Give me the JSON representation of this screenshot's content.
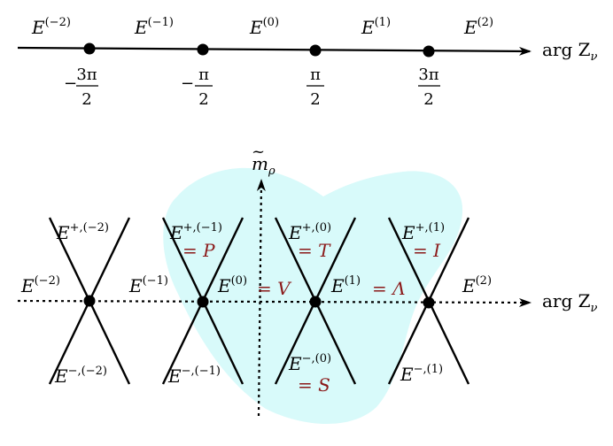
{
  "top": {
    "axis_label": "arg Z",
    "axis_sub": "ν",
    "regions": [
      {
        "base": "E",
        "sup": "(−2)"
      },
      {
        "base": "E",
        "sup": "(−1)"
      },
      {
        "base": "E",
        "sup": "(0)"
      },
      {
        "base": "E",
        "sup": "(1)"
      },
      {
        "base": "E",
        "sup": "(2)"
      }
    ],
    "points": [
      {
        "sign": "−",
        "num": "3π",
        "den": "2"
      },
      {
        "sign": "−",
        "num": "π",
        "den": "2"
      },
      {
        "sign": "",
        "num": "π",
        "den": "2"
      },
      {
        "sign": "",
        "num": "3π",
        "den": "2"
      }
    ]
  },
  "bottom": {
    "vertical_axis": {
      "base": "m",
      "tilde": "~",
      "sub": "ρ"
    },
    "axis_label": "arg Z",
    "axis_sub": "ν",
    "regions": [
      {
        "base": "E",
        "sup": "(−2)"
      },
      {
        "base": "E",
        "sup": "(−1)"
      },
      {
        "base": "E",
        "sup": "(0)"
      },
      {
        "base": "E",
        "sup": "(1)"
      },
      {
        "base": "E",
        "sup": "(2)"
      }
    ],
    "upper_branches": [
      {
        "base": "E",
        "sup": "+,(−2)"
      },
      {
        "base": "E",
        "sup": "+,(−1)"
      },
      {
        "base": "E",
        "sup": "+,(0)"
      },
      {
        "base": "E",
        "sup": "+,(1)"
      }
    ],
    "lower_branches": [
      {
        "base": "E",
        "sup": "−,(−2)"
      },
      {
        "base": "E",
        "sup": "−,(−1)"
      },
      {
        "base": "E",
        "sup": "−,(0)"
      },
      {
        "base": "E",
        "sup": "−,(1)"
      }
    ],
    "red_labels": [
      "= P",
      "= T",
      "= I",
      "= V",
      "= Λ",
      "= S"
    ],
    "shade_color": "#d8fafa",
    "red_color": "#8b1a1a"
  }
}
